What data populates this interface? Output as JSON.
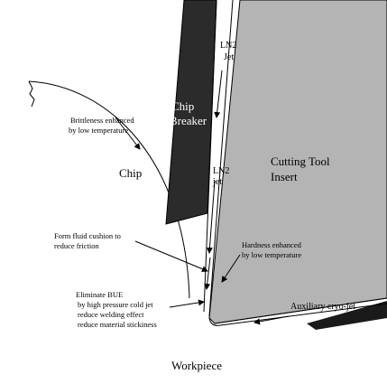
{
  "labels": {
    "ln2_jet_top_1": "LN2",
    "ln2_jet_top_2": "Jet",
    "chip_breaker_1": "Chip",
    "chip_breaker_2": "Breaker",
    "brittleness_1": "Brittleness enhanced",
    "brittleness_2": "by  low temperature",
    "chip": "Chip",
    "ln2_jet_mid_1": "LN2",
    "ln2_jet_mid_2": "jet",
    "cutting_tool_1": "Cutting Tool",
    "cutting_tool_2": "Insert",
    "fluid_cushion_1": "Form fluid cushion to",
    "fluid_cushion_2": "reduce friction",
    "hardness_1": "Hardness enhanced",
    "hardness_2": "by low temperature",
    "auxiliary": "Auxiliary cryo-jet",
    "bue_1": "Eliminate BUE",
    "bue_2": "by high pressure cold jet",
    "bue_3": "reduce welding effect",
    "bue_4": "reduce material stickiness",
    "workpiece": "Workpiece"
  },
  "colors": {
    "chip_breaker": "#2b2b2b",
    "tool_insert": "#b4b4b4",
    "aux_nozzle": "#1a1a1a",
    "outline": "#000000"
  }
}
